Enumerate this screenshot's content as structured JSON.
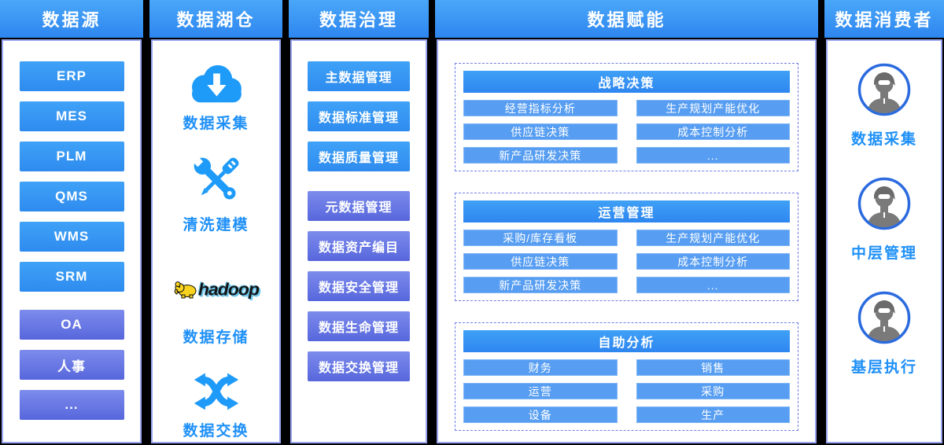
{
  "colors": {
    "background": "#000000",
    "header_gradient_top": "#49A7F8",
    "header_gradient_bottom": "#2E86F0",
    "primary_button_blue": "#3498F3",
    "secondary_button_indigo": "#6D7DE6",
    "capability_item_blue": "#579EF2",
    "accent_text_blue": "#1E90F7",
    "panel_border": "#99A5F0",
    "avatar_ring_blue": "#2B6BDF",
    "hadoop_yellow": "#F7D21E"
  },
  "columns": {
    "sources": {
      "title": "数据源",
      "primary_items": [
        "ERP",
        "MES",
        "PLM",
        "QMS",
        "WMS",
        "SRM"
      ],
      "secondary_items": [
        "OA",
        "人事",
        "..."
      ]
    },
    "lake": {
      "title": "数据湖仓",
      "steps": [
        {
          "icon": "cloud-download-icon",
          "label": "数据采集"
        },
        {
          "icon": "clean-build-tools-icon",
          "label": "清洗建模"
        },
        {
          "icon": "hadoop-logo",
          "label": "数据存储"
        },
        {
          "icon": "swap-arrows-icon",
          "label": "数据交换"
        }
      ],
      "hadoop_wordmark": "hadoop"
    },
    "governance": {
      "title": "数据治理",
      "primary_items": [
        "主数据管理",
        "数据标准管理",
        "数据质量管理"
      ],
      "secondary_items": [
        "元数据管理",
        "数据资产编目",
        "数据安全管理",
        "数据生命管理",
        "数据交换管理"
      ]
    },
    "empowerment": {
      "title": "数据赋能",
      "groups": [
        {
          "title": "战略决策",
          "left": [
            "经营指标分析",
            "供应链决策",
            "新产品研发决策"
          ],
          "right": [
            "生产规划产能优化",
            "成本控制分析",
            "..."
          ]
        },
        {
          "title": "运营管理",
          "left": [
            "采购/库存看板",
            "供应链决策",
            "新产品研发决策"
          ],
          "right": [
            "生产规划产能优化",
            "成本控制分析",
            "..."
          ]
        },
        {
          "title": "自助分析",
          "left": [
            "财务",
            "运营",
            "设备"
          ],
          "right": [
            "销售",
            "采购",
            "生产"
          ]
        }
      ]
    },
    "consumers": {
      "title": "数据消费者",
      "personas": [
        {
          "icon": "user-avatar-icon",
          "label": "数据采集"
        },
        {
          "icon": "user-avatar-icon",
          "label": "中层管理"
        },
        {
          "icon": "user-avatar-icon",
          "label": "基层执行"
        }
      ]
    }
  }
}
